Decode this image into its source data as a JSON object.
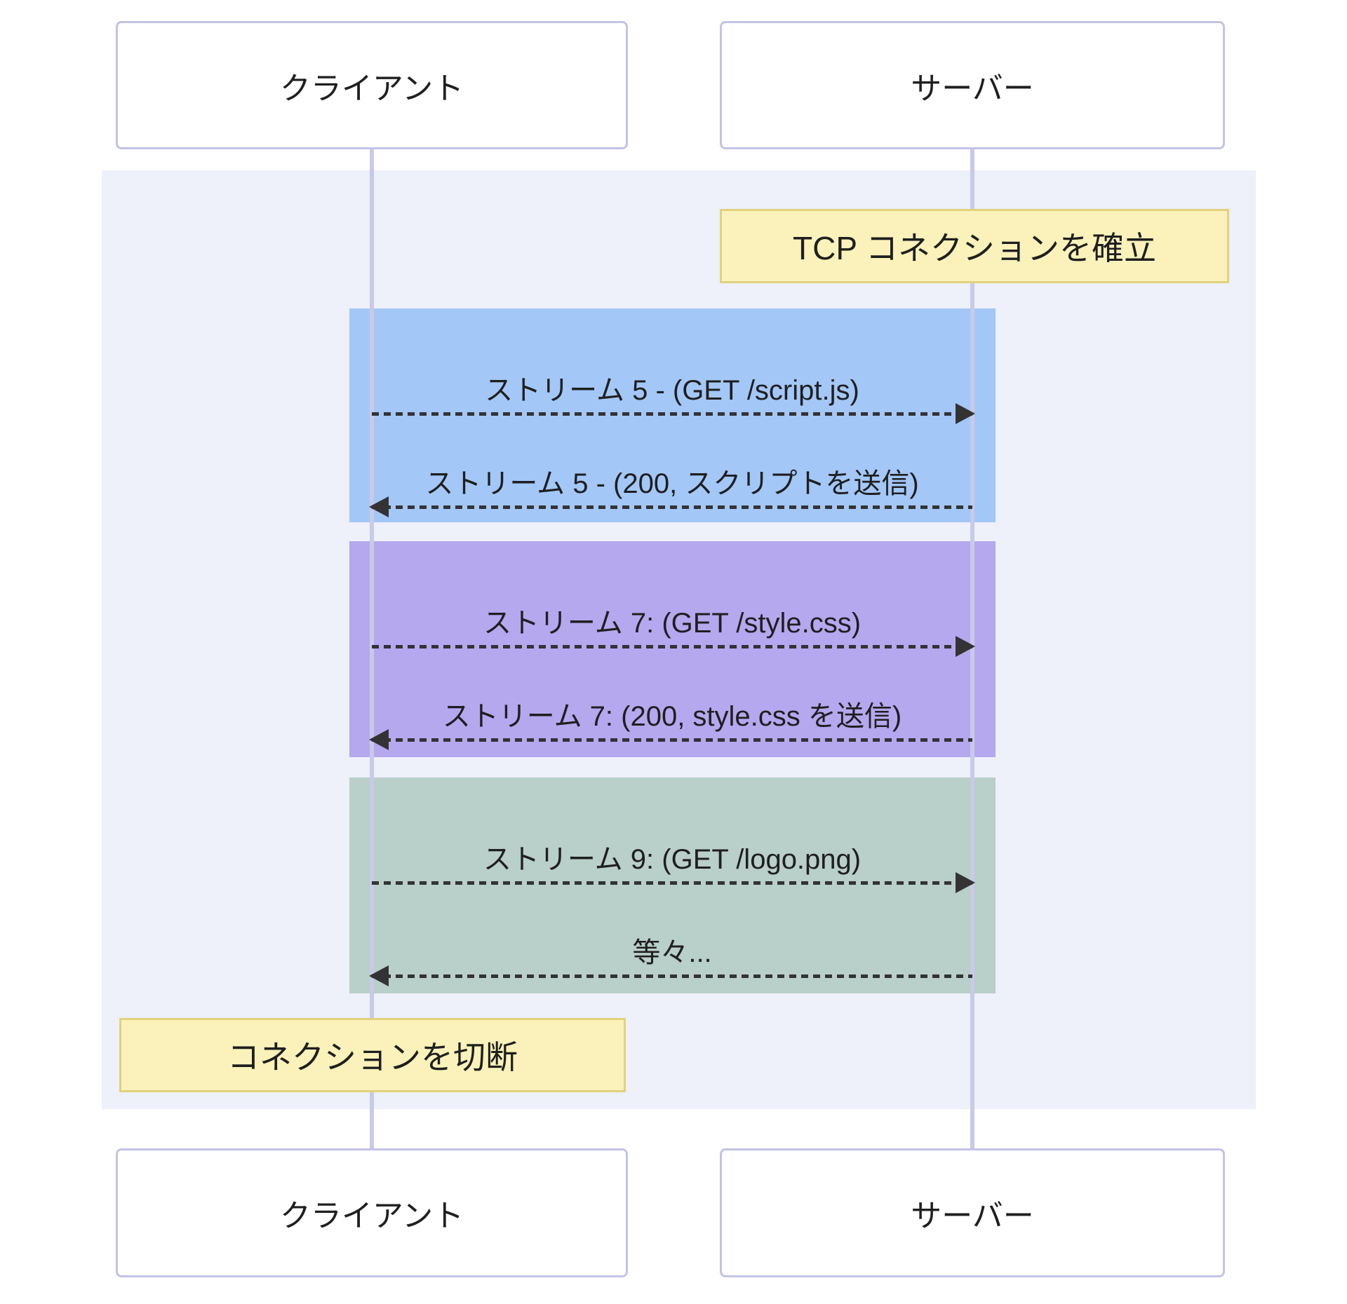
{
  "diagram_type": "sequence",
  "actors": {
    "client": "クライアント",
    "server": "サーバー"
  },
  "notes": {
    "establish": "TCP コネクションを確立",
    "disconnect": "コネクションを切断"
  },
  "streams": [
    {
      "name": "stream-5",
      "color": "#a3c7f7",
      "request": "ストリーム 5 - (GET /script.js)",
      "response": "ストリーム 5 - (200, スクリプトを送信)"
    },
    {
      "name": "stream-7",
      "color": "#b5a8ef",
      "request": "ストリーム 7: (GET /style.css)",
      "response": "ストリーム 7: (200, style.css を送信)"
    },
    {
      "name": "stream-9",
      "color": "#b9cfc9",
      "request": "ストリーム 9: (GET /logo.png)",
      "response": "等々..."
    }
  ],
  "colors": {
    "page_background": "#ffffff",
    "lane_background": "#eef0fa",
    "lifeline": "#c9c9e8",
    "actor_border": "#c3c3e6",
    "actor_fill": "#ffffff",
    "note_fill": "#faf2ba",
    "note_border": "#e2d27c",
    "arrow": "#333333",
    "text": "#1f1f1f"
  }
}
